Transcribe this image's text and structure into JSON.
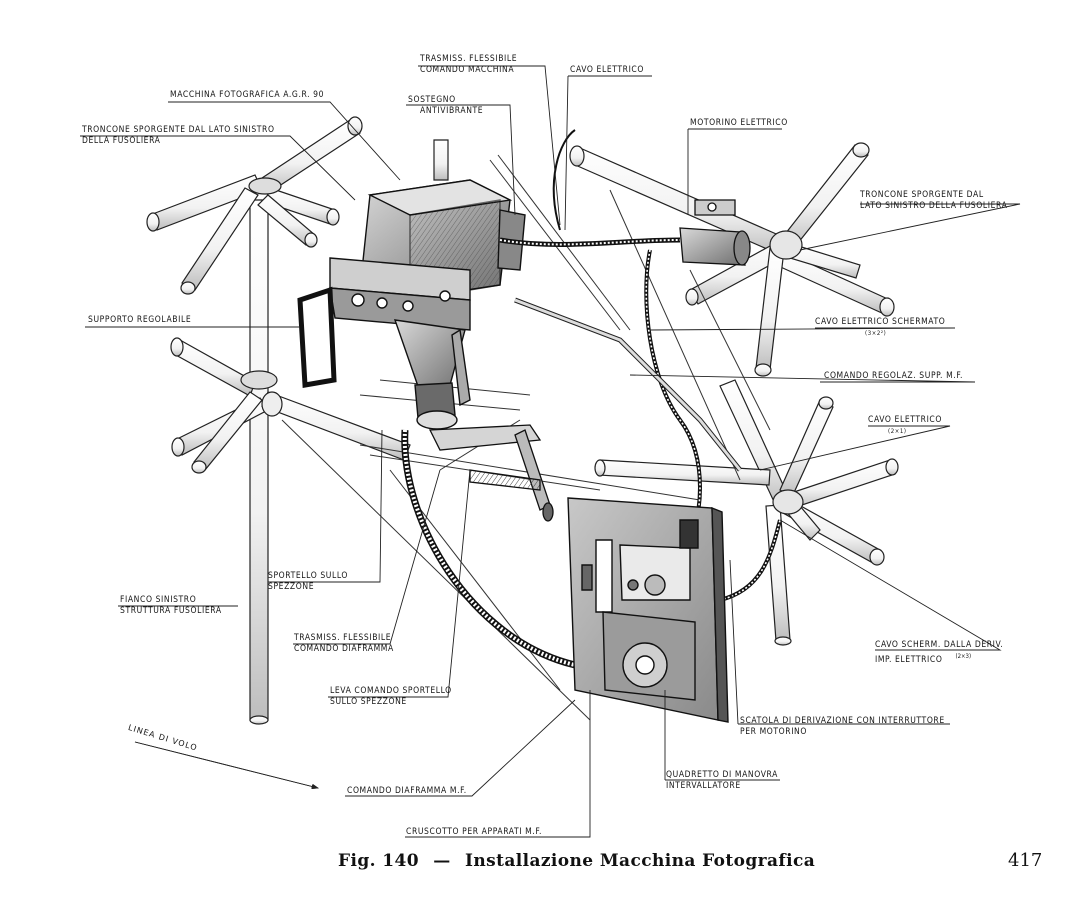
{
  "labels": {
    "camera": "MACCHINA FOTOGRAFICA A.G.R. 90",
    "stub_left_1": "TRONCONE SPORGENTE DAL LATO SINISTRO",
    "stub_left_2": "DELLA FUSOLIERA",
    "flex_cam_1": "TRASMISS. FLESSIBILE",
    "flex_cam_2": "COMANDO MACCHINA",
    "antivib_1": "SOSTEGNO",
    "antivib_2": "ANTIVIBRANTE",
    "cable_top": "CAVO ELETTRICO",
    "motor": "MOTORINO ELETTRICO",
    "stub_right_1": "TRONCONE SPORGENTE DAL",
    "stub_right_2": "LATO SINISTRO DELLA FUSOLIERA",
    "support": "SUPPORTO REGOLABILE",
    "shielded_cable": "CAVO ELETTRICO SCHERMATO",
    "shielded_cable_sub": "(3×2²)",
    "adj_control": "COMANDO REGOLAZ. SUPP. M.F.",
    "cable_right": "CAVO ELETTRICO",
    "cable_right_sub": "(2×1)",
    "hatch_1": "SPORTELLO SULLO",
    "hatch_2": "SPEZZONE",
    "flank_1": "FIANCO SINISTRO",
    "flank_2": "STRUTTURA FUSOLIERA",
    "flex_diaph_1": "TRASMISS. FLESSIBILE",
    "flex_diaph_2": "COMANDO DIAFRAMMA",
    "lever_1": "LEVA COMANDO SPORTELLO",
    "lever_2": "SULLO SPEZZONE",
    "flight_line": "LINEA DI VOLO",
    "diaph_control": "COMANDO DIAFRAMMA M.F.",
    "shielded_deriv_1": "CAVO SCHERM. DALLA DERIV.",
    "shielded_deriv_2": "IMP. ELETTRICO",
    "shielded_deriv_sub": "(2×3)",
    "junction_1": "SCATOLA DI DERIVAZIONE CON INTERRUTTORE",
    "junction_2": "PER MOTORINO",
    "panel_1": "QUADRETTO DI MANOVRA",
    "panel_2": "INTERVALLATORE",
    "dashboard": "CRUSCOTTO PER APPARATI M.F."
  },
  "caption": {
    "figure": "Fig. 140",
    "dash": "—",
    "title": "Installazione Macchina Fotografica"
  },
  "page_number": "417"
}
